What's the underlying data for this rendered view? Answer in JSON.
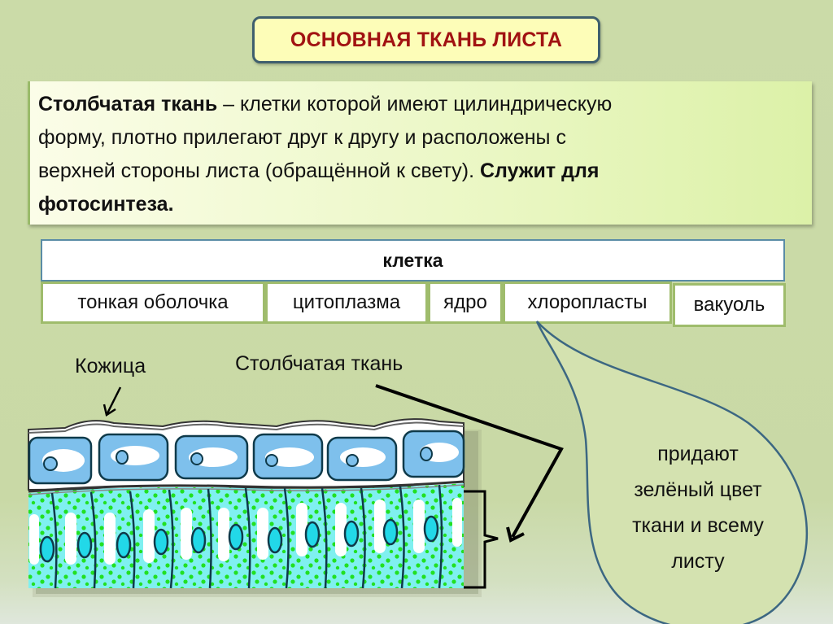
{
  "title": "ОСНОВНАЯ ТКАНЬ ЛИСТА",
  "definition": {
    "term": "Столбчатая ткань",
    "line1_rest": " – клетки которой имеют цилиндрическую",
    "line2": "форму, плотно прилегают друг к другу и расположены с",
    "line3_plain": "верхней стороны листа (обращённой к свету). ",
    "line3_bold": "Служит для",
    "line4_bold": "фотосинтеза."
  },
  "cell_table": {
    "header": "клетка",
    "parts": [
      "тонкая оболочка",
      "цитоплазма",
      "ядро",
      "хлоропласты",
      "вакуоль"
    ]
  },
  "diagram": {
    "label_epidermis": "Кожица",
    "label_palisade": "Столбчатая ткань",
    "callout": [
      "придают",
      "зелёный цвет",
      "ткани и всему",
      "листу"
    ]
  },
  "colors": {
    "title_text": "#a11212",
    "epidermis_cytoplasm": "#7ec0ec",
    "palisade_cytoplasm": "#7ff0f0",
    "chloroplast": "#22e022",
    "nucleus_palisade": "#22d8e8",
    "outline": "#0f3a4a"
  }
}
